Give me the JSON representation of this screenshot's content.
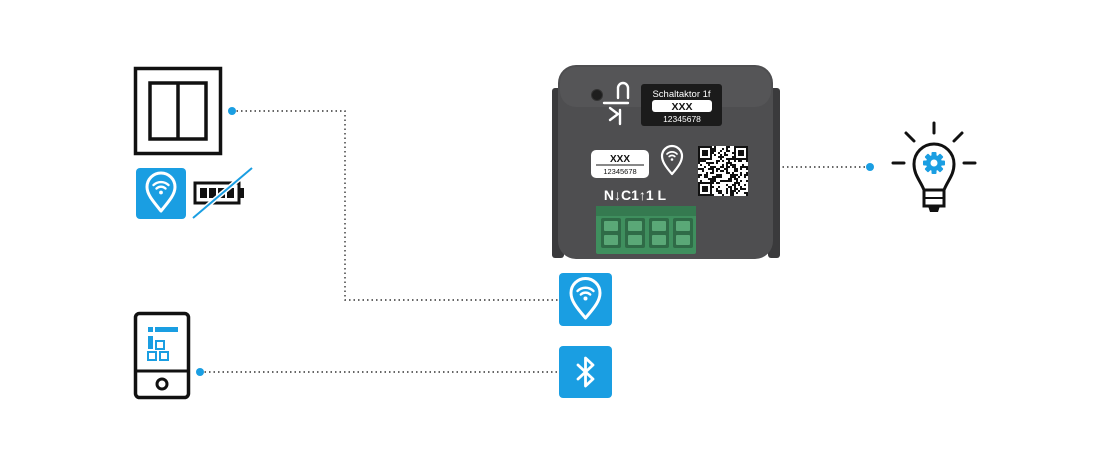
{
  "device": {
    "product_label": "Schaltaktor 1f",
    "label_code_top": "XXX",
    "label_serial_top": "12345678",
    "label_code_side": "XXX",
    "label_serial_side": "12345678",
    "terminals": "N↓C1↑1 L"
  },
  "colors": {
    "accent_blue": "#1a9ee2",
    "outline": "#111111",
    "device_body": "#4e4e50",
    "terminal_green": "#3f8f5e",
    "connector_line": "#333333"
  },
  "icons": {
    "wall_switch": "double-rocker-switch-icon",
    "wireless_badge": "wireless-location-pin-icon",
    "battery_strikethrough": "no-battery-icon",
    "smartphone": "smartphone-app-icon",
    "bluetooth": "bluetooth-icon",
    "lamp": "smart-light-bulb-icon"
  }
}
